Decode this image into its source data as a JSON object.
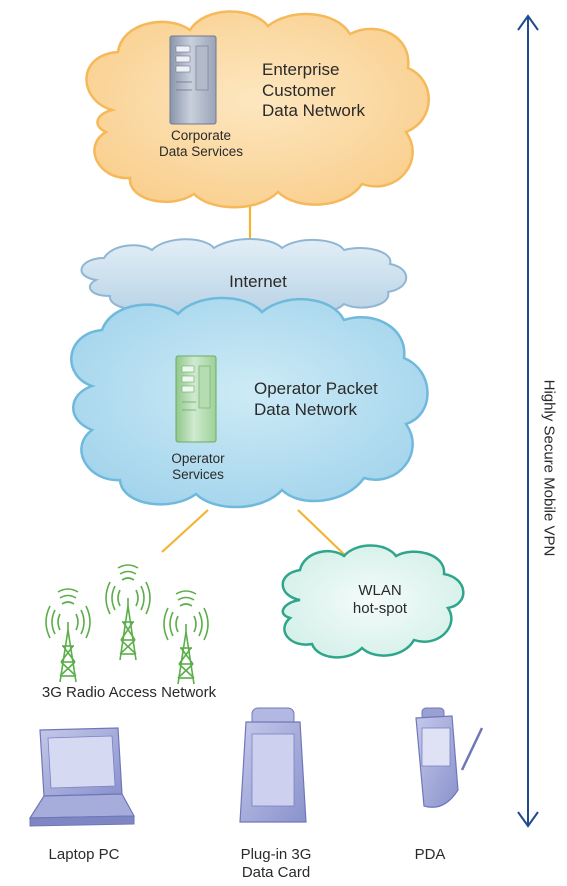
{
  "enterprise_network": {
    "label_line1": "Enterprise",
    "label_line2": "Customer",
    "label_line3": "Data Network"
  },
  "corporate_services": {
    "line1": "Corporate",
    "line2": "Data Services"
  },
  "internet": {
    "label": "Internet"
  },
  "operator_network": {
    "label_line1": "Operator Packet",
    "label_line2": "Data Network"
  },
  "operator_services": {
    "line1": "Operator",
    "line2": "Services"
  },
  "wlan": {
    "line1": "WLAN",
    "line2": "hot-spot"
  },
  "radio_access": {
    "label": "3G Radio Access Network"
  },
  "devices": {
    "laptop": "Laptop PC",
    "datacard_line1": "Plug-in 3G",
    "datacard_line2": "Data Card",
    "pda": "PDA"
  },
  "vpn_scope": {
    "label": "Highly Secure Mobile VPN"
  },
  "colors": {
    "enterprise_fill": "#fbd9a3",
    "enterprise_stroke": "#f6b95a",
    "internet_fill": "#cfe2ef",
    "internet_stroke": "#8fb7d4",
    "operator_fill": "#b6dff0",
    "operator_stroke": "#6fb9dc",
    "wlan_fill": "#e4f6f2",
    "wlan_stroke": "#2fa58c",
    "link": "#f2b431",
    "arrow": "#1f4a8f",
    "tower": "#5cae4a"
  }
}
